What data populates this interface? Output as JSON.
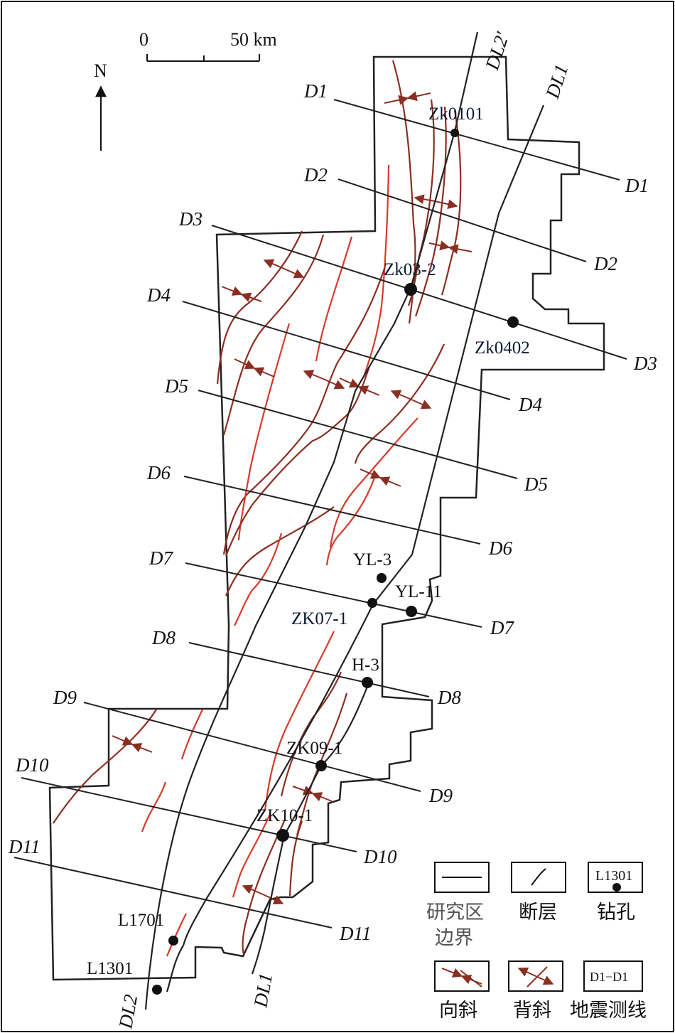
{
  "scale_bar": {
    "zero": "0",
    "label": "50 km"
  },
  "north": "N",
  "seismic_lines": [
    {
      "id": "D1",
      "left": "D1",
      "right": "D1"
    },
    {
      "id": "D2",
      "left": "D2",
      "right": "D2"
    },
    {
      "id": "D3",
      "left": "D3",
      "right": "D3"
    },
    {
      "id": "D4",
      "left": "D4",
      "right": "D4"
    },
    {
      "id": "D5",
      "left": "D5",
      "right": "D5"
    },
    {
      "id": "D6",
      "left": "D6",
      "right": "D6"
    },
    {
      "id": "D7",
      "left": "D7",
      "right": "D7"
    },
    {
      "id": "D8",
      "left": "D8",
      "right": "D8"
    },
    {
      "id": "D9",
      "left": "D9",
      "right": "D9"
    },
    {
      "id": "D10",
      "left": "D10",
      "right": "D10"
    },
    {
      "id": "D11",
      "left": "D11",
      "right": "D11"
    }
  ],
  "longitudinal_lines": [
    {
      "id": "DL2-top",
      "label": "DL2′"
    },
    {
      "id": "DL1-top",
      "label": "DL1"
    },
    {
      "id": "DL2-bottom",
      "label": "DL2"
    },
    {
      "id": "DL1-bottom",
      "label": "DL1"
    }
  ],
  "wells": [
    {
      "id": "Zk0101",
      "label": "Zk0101"
    },
    {
      "id": "Zk03-2",
      "label": "Zk03-2"
    },
    {
      "id": "Zk0402",
      "label": "Zk0402"
    },
    {
      "id": "YL-3",
      "label": "YL-3"
    },
    {
      "id": "YL-11",
      "label": "YL-11"
    },
    {
      "id": "ZK07-1",
      "label": "ZK07-1"
    },
    {
      "id": "H-3",
      "label": "H-3"
    },
    {
      "id": "ZK09-1",
      "label": "ZK09-1"
    },
    {
      "id": "ZK10-1",
      "label": "ZK10-1"
    },
    {
      "id": "L1701",
      "label": "L1701"
    },
    {
      "id": "L1301",
      "label": "L1301"
    }
  ],
  "legend": {
    "boundary_line1": "研究区",
    "boundary_line2": "边界",
    "fault": "断层",
    "well_sample": "L1301",
    "well": "钻孔",
    "syncline": "向斜",
    "anticline": "背斜",
    "seismic_sample": "D1−D1",
    "seismic": "地震测线"
  },
  "colors": {
    "boundary": "#222222",
    "fault_red": "#d63a2a",
    "fault_brown": "#8b2e22",
    "fold_arrow": "#8b2e22",
    "well": "#111111"
  }
}
